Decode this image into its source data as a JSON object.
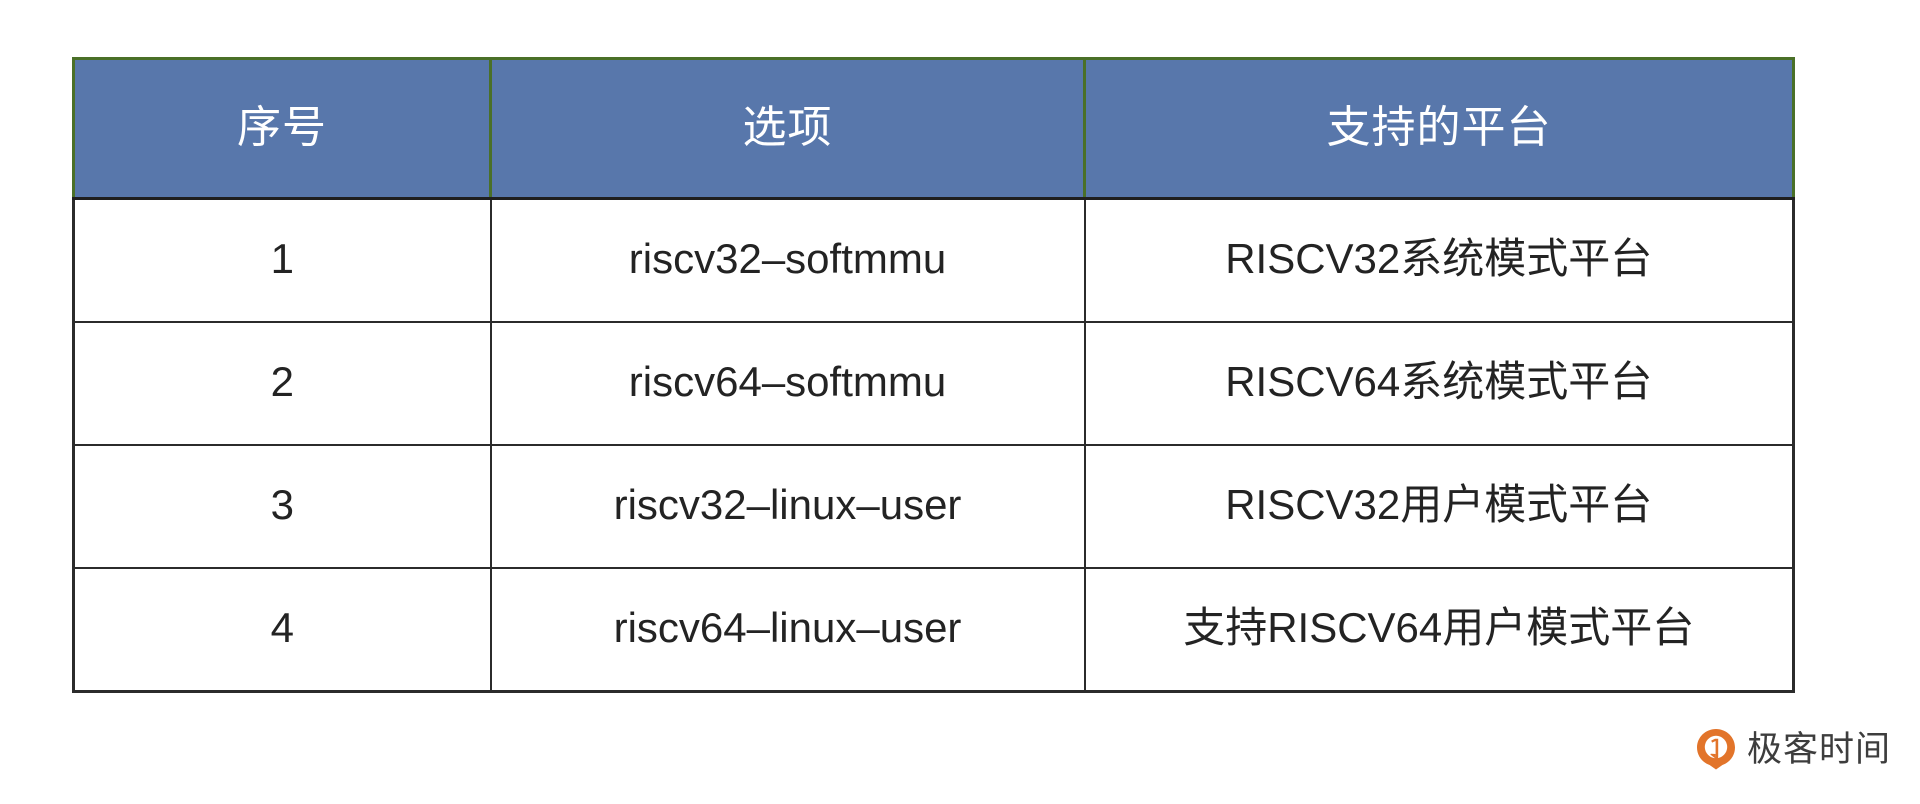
{
  "table": {
    "columns": [
      {
        "key": "index",
        "label": "序号"
      },
      {
        "key": "option",
        "label": "选项"
      },
      {
        "key": "platform",
        "label": "支持的平台"
      }
    ],
    "rows": [
      {
        "index": "1",
        "option": "riscv32–softmmu",
        "platform": "RISCV32系统模式平台"
      },
      {
        "index": "2",
        "option": "riscv64–softmmu",
        "platform": "RISCV64系统模式平台"
      },
      {
        "index": "3",
        "option": "riscv32–linux–user",
        "platform": "RISCV32用户模式平台"
      },
      {
        "index": "4",
        "option": "riscv64–linux–user",
        "platform": "支持RISCV64用户模式平台"
      }
    ],
    "colors": {
      "header_background": "#5877ab",
      "header_text": "#ffffff",
      "header_border": "#4a7028",
      "body_border": "#2b2b2b",
      "body_text": "#232323",
      "body_background": "#ffffff"
    }
  },
  "watermark": {
    "text": "极客时间",
    "logo_icon": "geektime-drop-logo-icon",
    "logo_color": "#e2742a",
    "text_color": "#3d3d3d"
  }
}
